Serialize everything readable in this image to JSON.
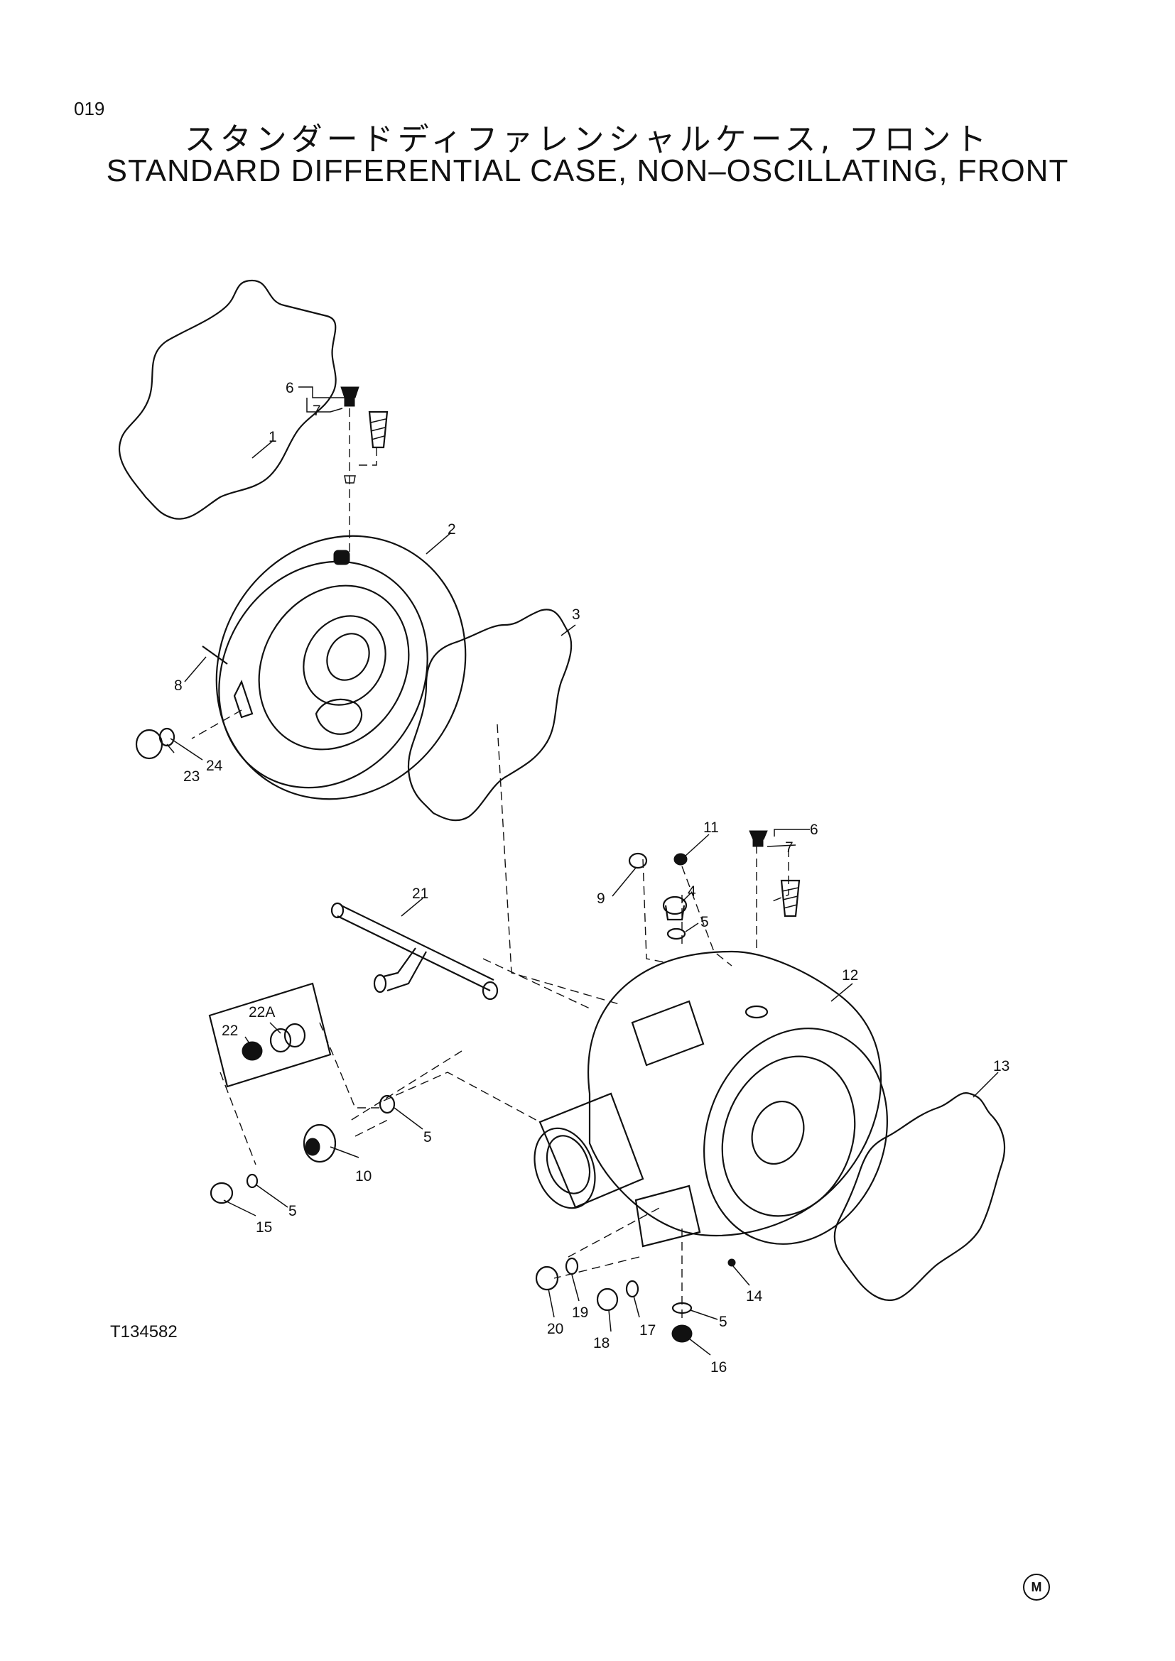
{
  "header": {
    "page_number": "019",
    "title_ja": "スタンダードディファレンシャルケース, フロント",
    "title_en": "STANDARD DIFFERENTIAL CASE, NON–OSCILLATING, FRONT"
  },
  "figure_id": "T134582",
  "corner_mark": "M",
  "callouts": [
    "1",
    "2",
    "3",
    "4",
    "5",
    "6",
    "7",
    "8",
    "9",
    "10",
    "11",
    "12",
    "13",
    "14",
    "15",
    "16",
    "17",
    "18",
    "19",
    "20",
    "21",
    "22",
    "22A",
    "23",
    "24"
  ]
}
